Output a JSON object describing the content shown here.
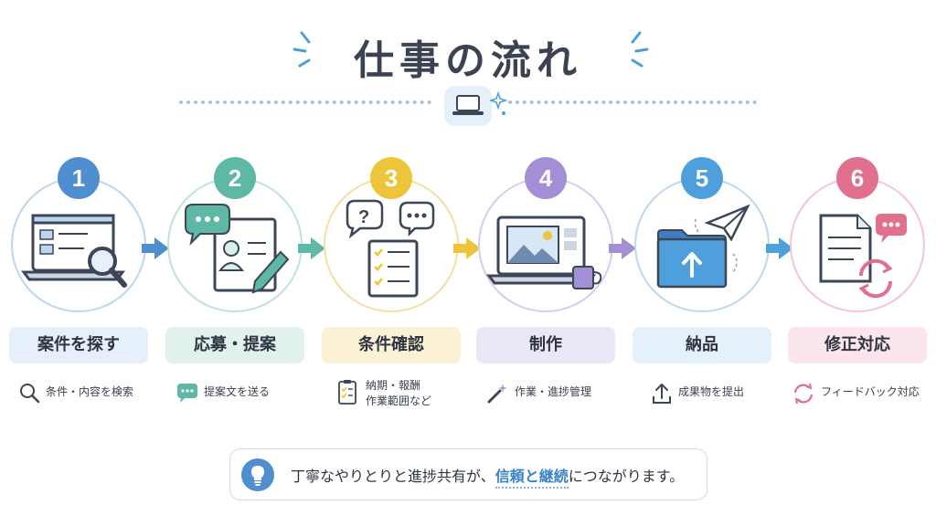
{
  "title": "仕事の流れ",
  "colors": {
    "blue": "#4f8fcf",
    "teal": "#5db9a6",
    "yellow": "#ecc53a",
    "purple": "#a38fd6",
    "sky": "#4f9fdc",
    "pink": "#e1708f"
  },
  "steps": [
    {
      "number": "1",
      "label": "案件を探す",
      "sub_icon": "magnifier-icon",
      "sub": "条件・内容を検索",
      "illustration": "laptop-search-icon"
    },
    {
      "number": "2",
      "label": "応募・提案",
      "sub_icon": "chat-bubble-icon",
      "sub": "提案文を送る",
      "illustration": "profile-pen-icon"
    },
    {
      "number": "3",
      "label": "条件確認",
      "sub_icon": "checklist-icon",
      "sub": "納期・報酬\n作業範囲など",
      "illustration": "question-checklist-icon"
    },
    {
      "number": "4",
      "label": "制作",
      "sub_icon": "magic-wand-icon",
      "sub": "作業・進捗管理",
      "illustration": "laptop-image-mug-icon"
    },
    {
      "number": "5",
      "label": "納品",
      "sub_icon": "upload-icon",
      "sub": "成果物を提出",
      "illustration": "folder-paper-plane-icon"
    },
    {
      "number": "6",
      "label": "修正対応",
      "sub_icon": "refresh-icon",
      "sub": "フィードバック対応",
      "illustration": "document-refresh-icon"
    }
  ],
  "note": {
    "before": "丁寧なやりとりと進捗共有が、",
    "highlight": "信頼と継続",
    "after": "につながります。"
  }
}
